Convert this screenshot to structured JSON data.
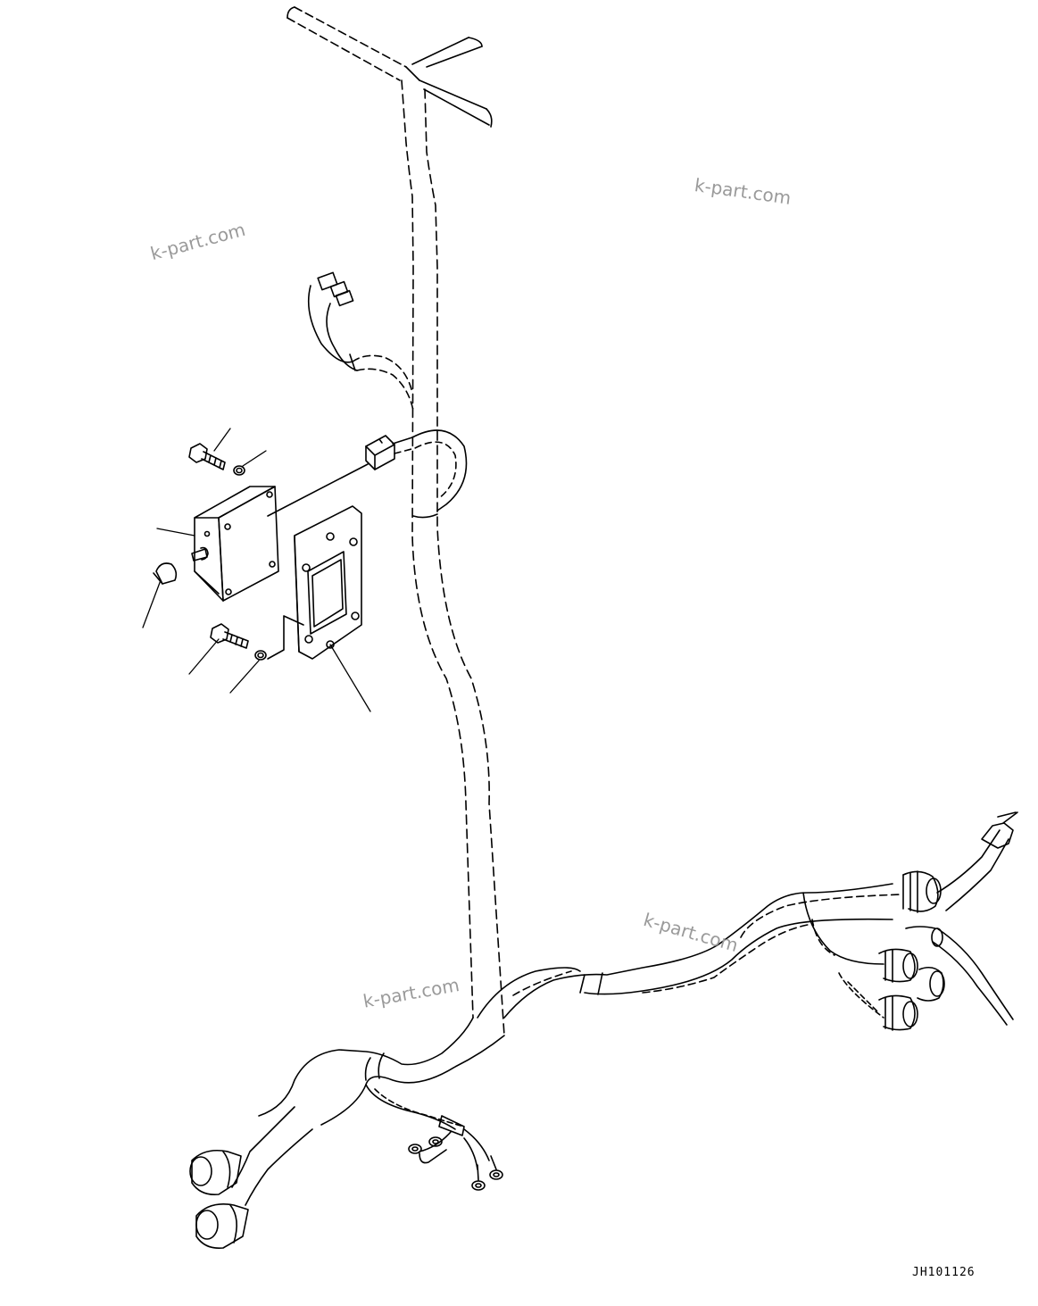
{
  "watermarks": [
    "k-part.com",
    "k-part.com",
    "k-part.com",
    "k-part.com"
  ],
  "drawing_code": "JH101126"
}
